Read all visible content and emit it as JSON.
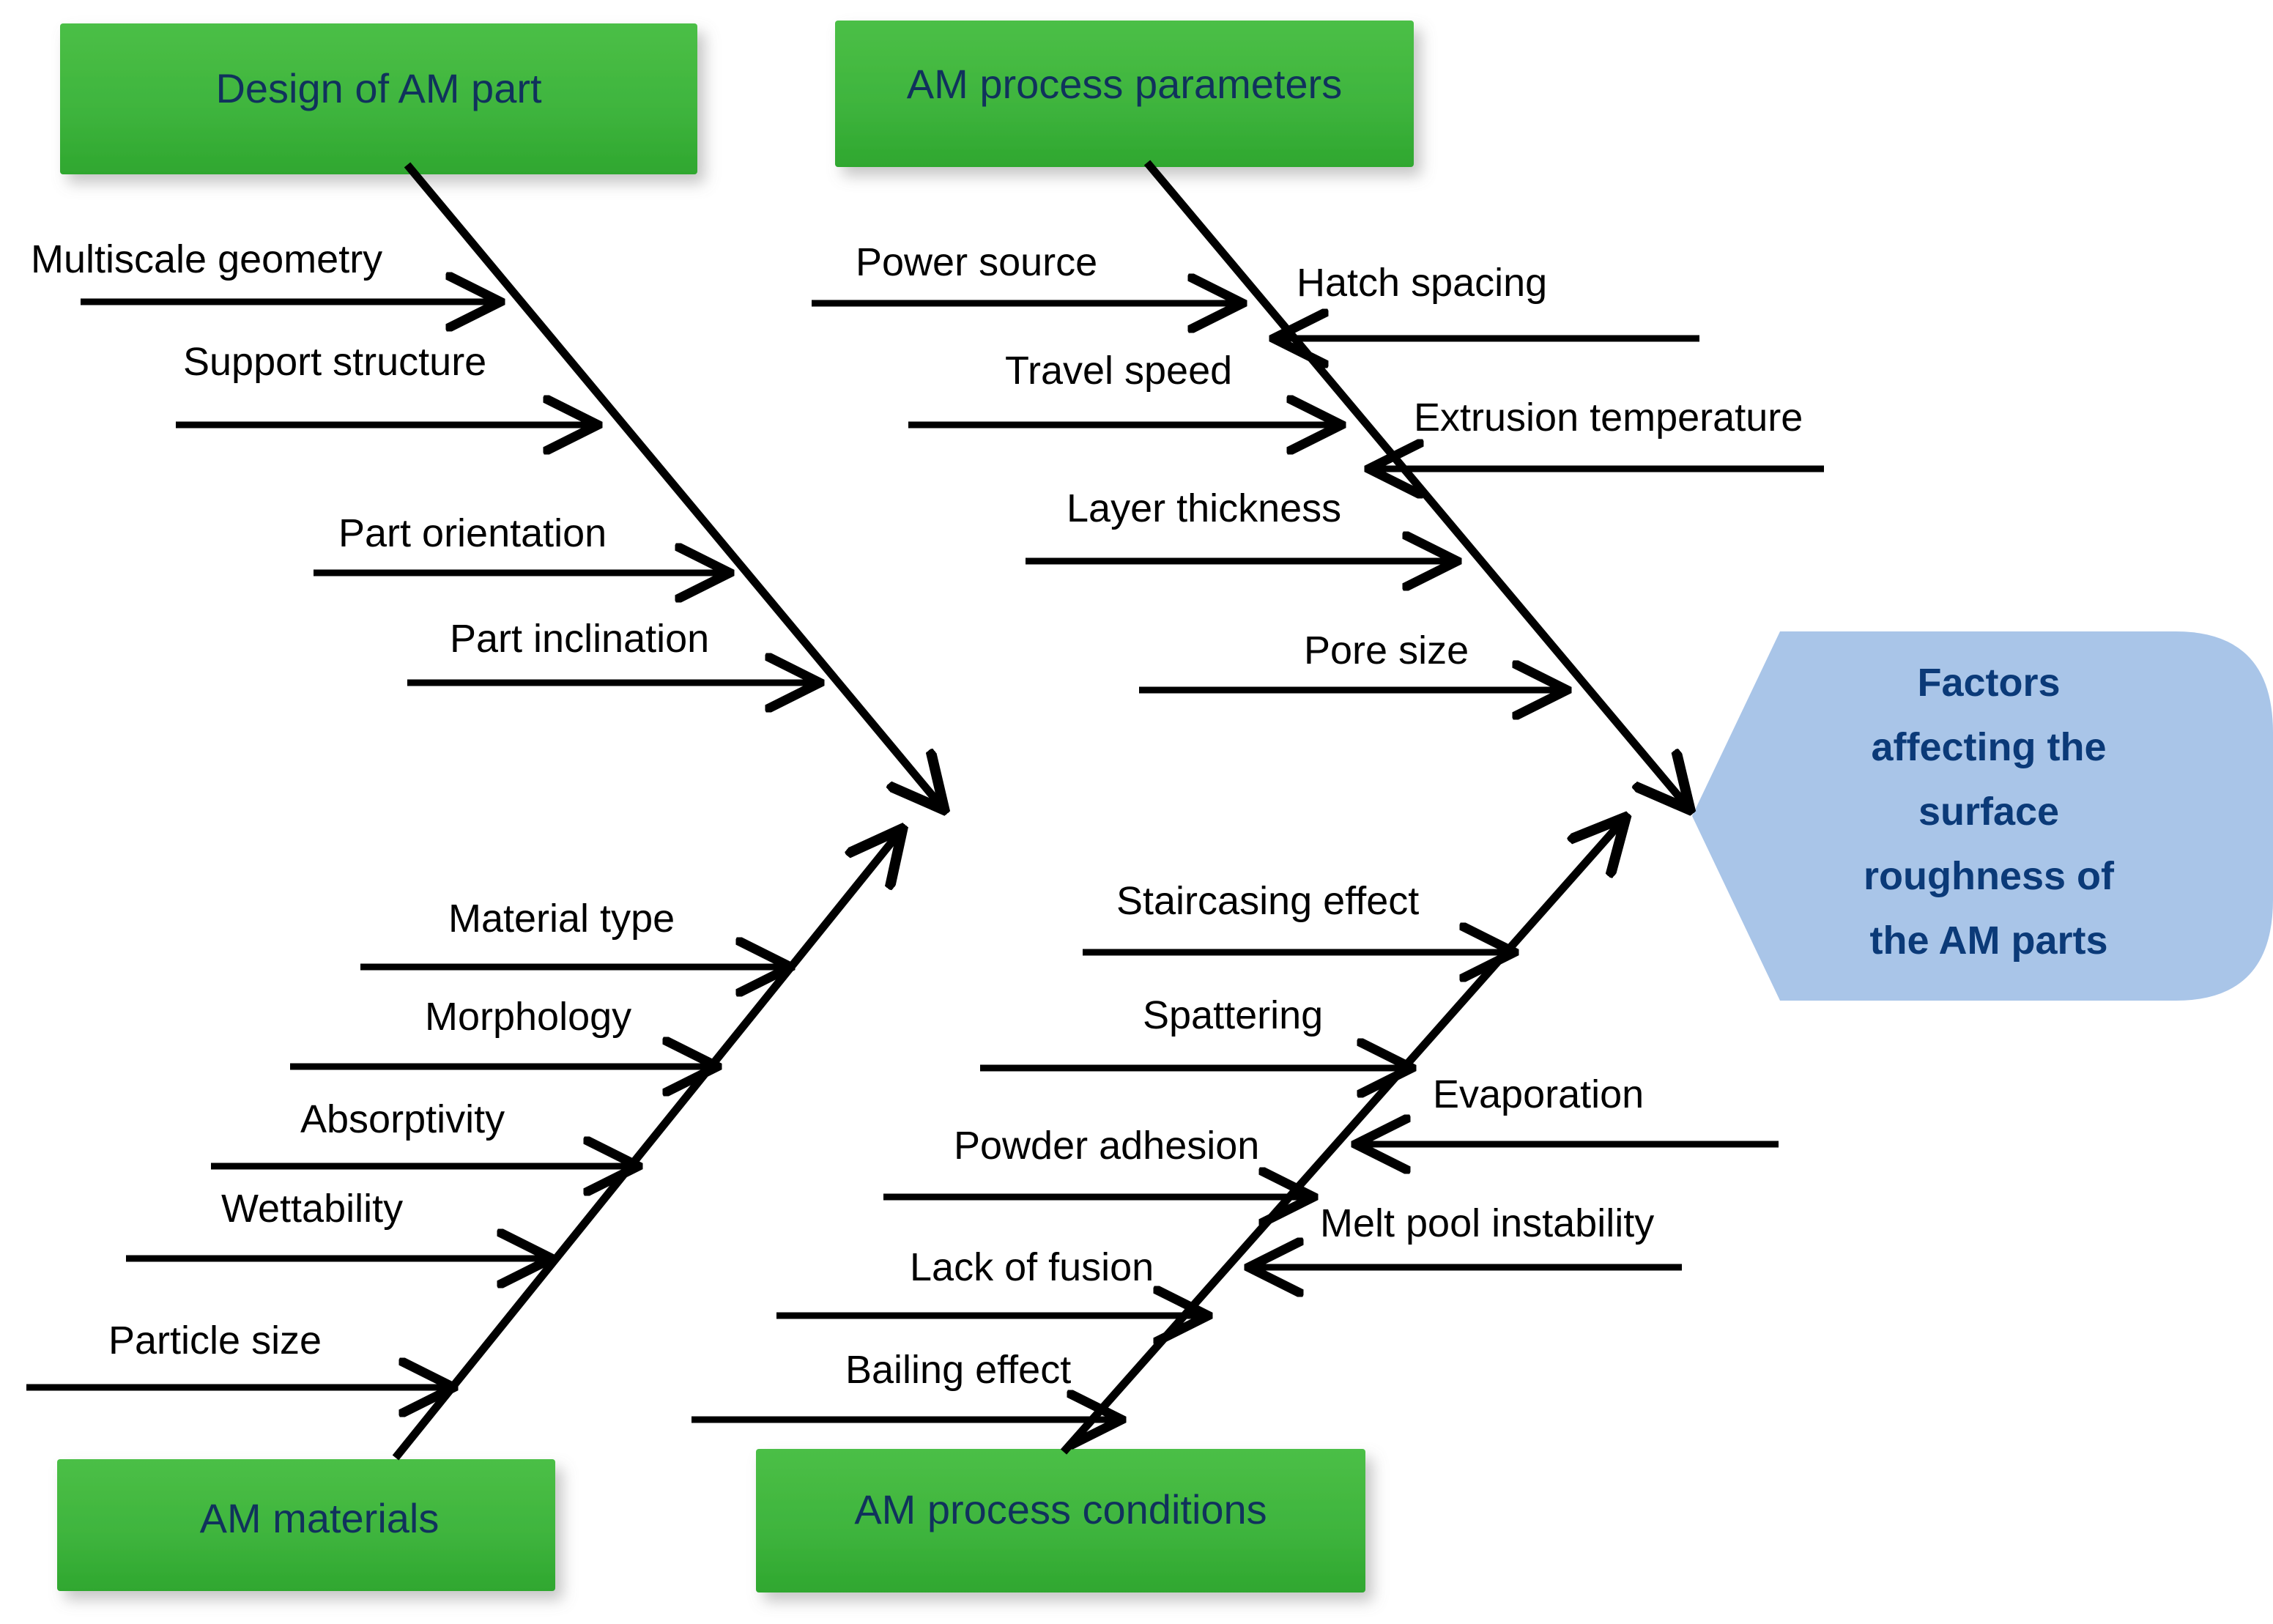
{
  "diagram": {
    "type": "fishbone-ishikawa",
    "title": "Factors affecting the surface roughness of the AM parts",
    "colors": {
      "category_box_fill": "#3FB53E",
      "category_box_fill_dark": "#2FA72F",
      "category_text": "#10325C",
      "head_fill": "#A9C5E8",
      "head_text": "#0B3A78",
      "bone_stroke": "#000000",
      "background": "#FFFFFF"
    },
    "head": {
      "name": "effect-head",
      "lines": [
        "Factors",
        "affecting the",
        "surface",
        "roughness of",
        "the AM parts"
      ]
    },
    "categories": [
      {
        "id": "design-of-am-part",
        "label": "Design of AM part",
        "position": "top-left",
        "causes": [
          {
            "label": "Multiscale geometry",
            "side": "left"
          },
          {
            "label": "Support structure",
            "side": "left"
          },
          {
            "label": "Part orientation",
            "side": "left"
          },
          {
            "label": "Part inclination",
            "side": "left"
          }
        ]
      },
      {
        "id": "am-process-parameters",
        "label": "AM process parameters",
        "position": "top-right",
        "causes": [
          {
            "label": "Power source",
            "side": "left"
          },
          {
            "label": "Hatch spacing",
            "side": "right"
          },
          {
            "label": "Travel speed",
            "side": "left"
          },
          {
            "label": "Extrusion temperature",
            "side": "right"
          },
          {
            "label": "Layer thickness",
            "side": "left"
          },
          {
            "label": "Pore size",
            "side": "left"
          }
        ]
      },
      {
        "id": "am-materials",
        "label": "AM materials",
        "position": "bottom-left",
        "causes": [
          {
            "label": "Material type",
            "side": "left"
          },
          {
            "label": "Morphology",
            "side": "left"
          },
          {
            "label": "Absorptivity",
            "side": "left"
          },
          {
            "label": "Wettability",
            "side": "left"
          },
          {
            "label": "Particle size",
            "side": "left"
          }
        ]
      },
      {
        "id": "am-process-conditions",
        "label": "AM process conditions",
        "position": "bottom-right",
        "causes": [
          {
            "label": "Staircasing effect",
            "side": "left"
          },
          {
            "label": "Spattering",
            "side": "left"
          },
          {
            "label": "Evaporation",
            "side": "right"
          },
          {
            "label": "Powder adhesion",
            "side": "left"
          },
          {
            "label": "Melt pool instability",
            "side": "right"
          },
          {
            "label": "Lack of fusion",
            "side": "left"
          },
          {
            "label": "Bailing effect",
            "side": "left"
          }
        ]
      }
    ]
  }
}
